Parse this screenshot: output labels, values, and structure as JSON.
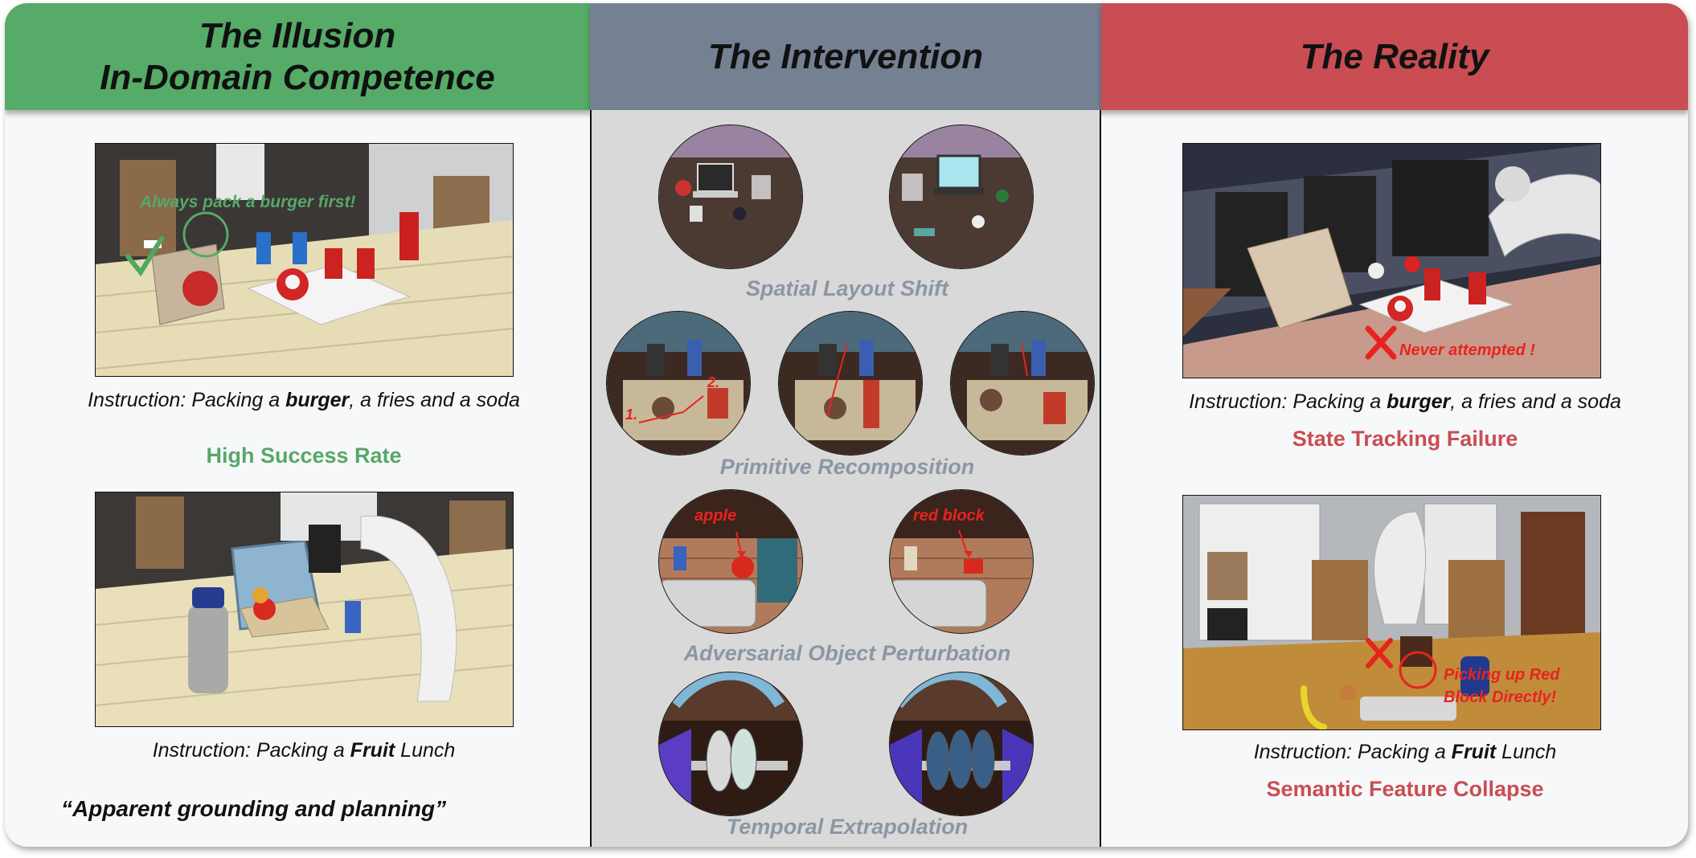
{
  "headers": {
    "illusion_line1": "The Illusion",
    "illusion_line2": "In-Domain Competence",
    "intervention": "The Intervention",
    "reality": "The Reality"
  },
  "left": {
    "annotation_top": "Always pack a burger first!",
    "instruction1": {
      "prefix": "Instruction: Packing a ",
      "bold": "burger",
      "suffix": ", a fries and a soda"
    },
    "result1": "High Success Rate",
    "instruction2": {
      "prefix": "Instruction: Packing a ",
      "bold": "Fruit",
      "suffix": " Lunch"
    },
    "quote": "“Apparent grounding and planning”"
  },
  "middle": {
    "caption1": "Spatial Layout Shift",
    "caption2": "Primitive Recomposition",
    "caption3": "Adversarial Object Perturbation",
    "caption4": "Temporal Extrapolation",
    "label_apple": "apple",
    "label_red_block": "red block",
    "step1": "1.",
    "step2": "2."
  },
  "right": {
    "annotation_never": "Never attempted !",
    "instruction1": {
      "prefix": "Instruction: Packing a ",
      "bold": "burger",
      "suffix": ", a fries and a soda"
    },
    "result1": "State Tracking Failure",
    "annotation_pick_line1": "Picking up Red",
    "annotation_pick_line2": "Block Directly!",
    "instruction2": {
      "prefix": "Instruction: Packing a ",
      "bold": "Fruit",
      "suffix": " Lunch"
    },
    "result2": "Semantic Feature Collapse"
  },
  "colors": {
    "illusion_green": "#55ab67",
    "intervention_gray": "#758193",
    "reality_red": "#c94d52",
    "annotation_red": "#e8231f",
    "caption_gray": "#8c96a4"
  }
}
